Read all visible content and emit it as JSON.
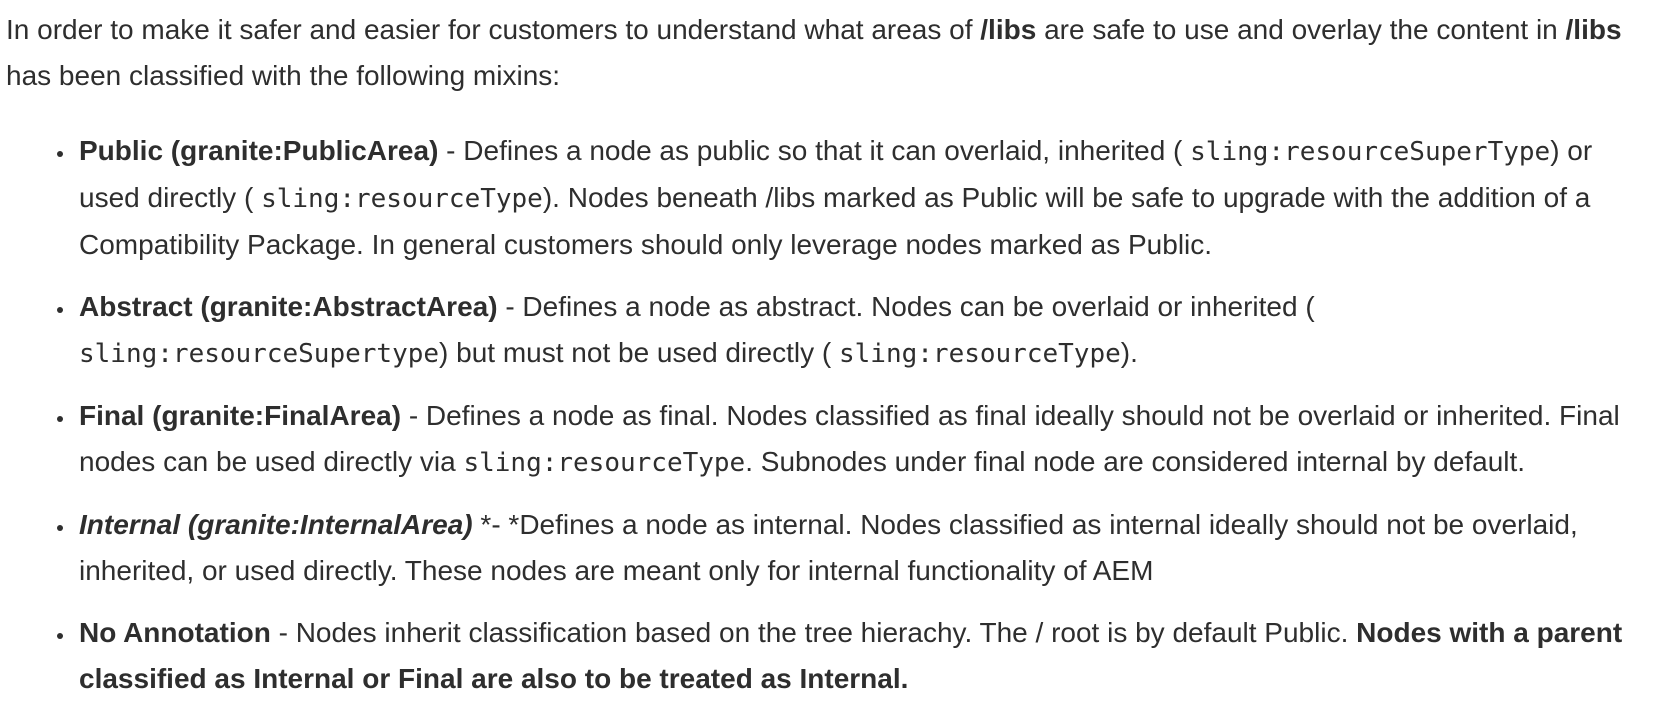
{
  "colors": {
    "text": "#2e2e2e",
    "background": "#ffffff"
  },
  "intro": {
    "runs": [
      {
        "t": "In order to make it safer and easier for customers to understand what areas of ",
        "s": "normal"
      },
      {
        "t": "/libs",
        "s": "bold"
      },
      {
        "t": " are safe to use and overlay the content in ",
        "s": "normal"
      },
      {
        "t": "/libs",
        "s": "bold"
      },
      {
        "t": " has been classified with the following mixins:",
        "s": "normal"
      }
    ]
  },
  "bullets": [
    {
      "id": "public",
      "runs": [
        {
          "t": "Public (granite:PublicArea)",
          "s": "bold"
        },
        {
          "t": " - Defines a node as public so that it can overlaid, inherited ( ",
          "s": "normal"
        },
        {
          "t": "sling:resourceSuperType",
          "s": "code"
        },
        {
          "t": ") or used directly ( ",
          "s": "normal"
        },
        {
          "t": "sling:resourceType",
          "s": "code"
        },
        {
          "t": "). Nodes beneath /libs marked as Public will be safe to upgrade with the addition of a Compatibility Package. In general customers should only leverage nodes marked as Public.",
          "s": "normal"
        }
      ]
    },
    {
      "id": "abstract",
      "runs": [
        {
          "t": "Abstract (granite:AbstractArea)",
          "s": "bold"
        },
        {
          "t": " - Defines a node as abstract. Nodes can be overlaid or inherited ( ",
          "s": "normal"
        },
        {
          "t": "sling:resourceSupertype",
          "s": "code"
        },
        {
          "t": ") but must not be used directly ( ",
          "s": "normal"
        },
        {
          "t": "sling:resourceType",
          "s": "code"
        },
        {
          "t": ").",
          "s": "normal"
        }
      ]
    },
    {
      "id": "final",
      "runs": [
        {
          "t": "Final (granite:FinalArea)",
          "s": "bold"
        },
        {
          "t": " - Defines a node as final. Nodes classified as final ideally should not be overlaid or inherited. Final nodes can be used directly via ",
          "s": "normal"
        },
        {
          "t": "sling:resourceType",
          "s": "code"
        },
        {
          "t": ". Subnodes under final node are considered internal by default.",
          "s": "normal"
        }
      ]
    },
    {
      "id": "internal",
      "runs": [
        {
          "t": "Internal (granite:InternalArea)",
          "s": "bolditalic"
        },
        {
          "t": " *- *Defines a node as internal. Nodes classified as internal ideally should not be overlaid, inherited, or used directly. These nodes are meant only for internal functionality of AEM",
          "s": "normal"
        }
      ]
    },
    {
      "id": "no-annotation",
      "runs": [
        {
          "t": "No Annotation",
          "s": "bold"
        },
        {
          "t": " - Nodes inherit classification based on the tree hierachy. The / root is by default Public. ",
          "s": "normal"
        },
        {
          "t": "Nodes with a parent classified as Internal or Final are also to be treated as Internal.",
          "s": "bold"
        }
      ]
    }
  ]
}
